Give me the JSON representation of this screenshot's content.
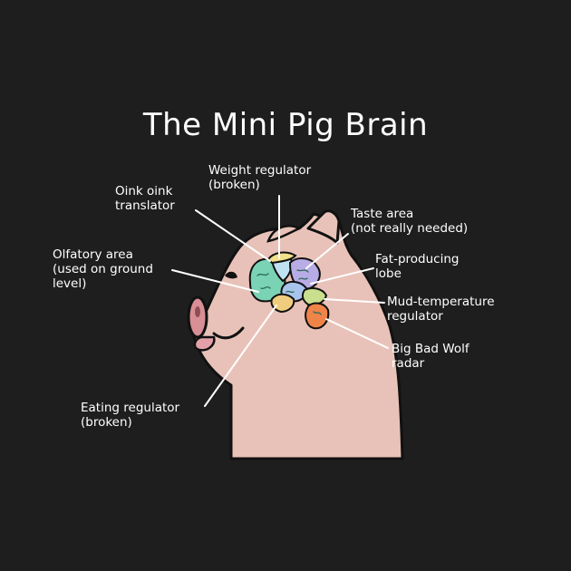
{
  "title": "The Mini Pig Brain",
  "colors": {
    "background": "#1e1e1e",
    "skin": "#e8c2b8",
    "outline": "#111111",
    "snout": "#d88e95",
    "tongue": "#e4a0a8",
    "lines": "#ffffff"
  },
  "regions": [
    {
      "id": "olfactory",
      "color": "#7ad3b5"
    },
    {
      "id": "oink",
      "color": "#bfe2f2"
    },
    {
      "id": "weight",
      "color": "#f2e08a"
    },
    {
      "id": "taste",
      "color": "#b8ace6"
    },
    {
      "id": "fat",
      "color": "#a9c4ec"
    },
    {
      "id": "mud",
      "color": "#c9df8d"
    },
    {
      "id": "wolf",
      "color": "#ef8448"
    },
    {
      "id": "eating",
      "color": "#f0cd7e"
    }
  ],
  "labels": {
    "weight": [
      "Weight regulator",
      "(broken)"
    ],
    "oink": [
      "Oink oink",
      "translator"
    ],
    "taste": [
      "Taste area",
      "(not really needed)"
    ],
    "olfactory": [
      "Olfatory area",
      "(used on ground",
      "level)"
    ],
    "fat": [
      "Fat-producing",
      "lobe"
    ],
    "mud": [
      "Mud-temperature",
      "regulator"
    ],
    "wolf": [
      "Big Bad Wolf",
      "radar"
    ],
    "eating": [
      "Eating regulator",
      "(broken)"
    ]
  }
}
